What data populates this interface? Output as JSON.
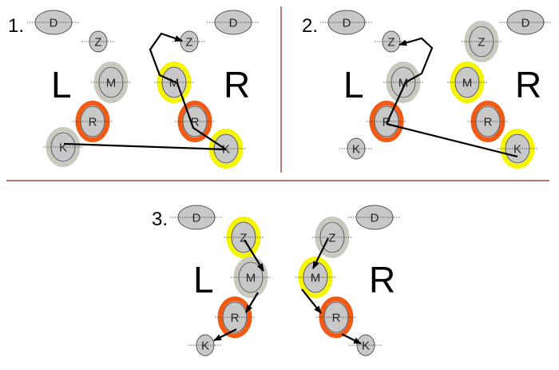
{
  "colors": {
    "node_fill": "#c8c8c8",
    "node_stroke": "#555555",
    "ring_gray": "#c9c9c0",
    "ring_yellow": "#f5f500",
    "ring_orange": "#f05a14",
    "divider": "#9b1c1c",
    "arrow": "#000000"
  },
  "panels": [
    {
      "number": "1.",
      "side_left": "L",
      "side_right": "R",
      "nodes": [
        {
          "id": "p1-D-L",
          "label": "D",
          "ring": "none"
        },
        {
          "id": "p1-Z-L",
          "label": "Z",
          "ring": "none"
        },
        {
          "id": "p1-M-L",
          "label": "M",
          "ring": "gray"
        },
        {
          "id": "p1-R-L",
          "label": "R",
          "ring": "orange"
        },
        {
          "id": "p1-K-L",
          "label": "K",
          "ring": "gray"
        },
        {
          "id": "p1-D-R",
          "label": "D",
          "ring": "none"
        },
        {
          "id": "p1-Z-R",
          "label": "Z",
          "ring": "none"
        },
        {
          "id": "p1-M-R",
          "label": "M",
          "ring": "yellow"
        },
        {
          "id": "p1-R-R",
          "label": "R",
          "ring": "orange"
        },
        {
          "id": "p1-K-R",
          "label": "K",
          "ring": "yellow"
        }
      ]
    },
    {
      "number": "2.",
      "side_left": "L",
      "side_right": "R",
      "nodes": [
        {
          "id": "p2-D-L",
          "label": "D",
          "ring": "none"
        },
        {
          "id": "p2-Z-L",
          "label": "Z",
          "ring": "none"
        },
        {
          "id": "p2-M-L",
          "label": "M",
          "ring": "gray"
        },
        {
          "id": "p2-R-L",
          "label": "R",
          "ring": "orange"
        },
        {
          "id": "p2-K-L",
          "label": "K",
          "ring": "none"
        },
        {
          "id": "p2-D-R",
          "label": "D",
          "ring": "none"
        },
        {
          "id": "p2-Z-R",
          "label": "Z",
          "ring": "gray"
        },
        {
          "id": "p2-M-R",
          "label": "M",
          "ring": "yellow"
        },
        {
          "id": "p2-R-R",
          "label": "R",
          "ring": "orange"
        },
        {
          "id": "p2-K-R",
          "label": "K",
          "ring": "yellow"
        }
      ]
    },
    {
      "number": "3.",
      "side_left": "L",
      "side_right": "R",
      "nodes": [
        {
          "id": "p3-D-L",
          "label": "D",
          "ring": "none"
        },
        {
          "id": "p3-Z-L",
          "label": "Z",
          "ring": "yellow"
        },
        {
          "id": "p3-M-L",
          "label": "M",
          "ring": "gray"
        },
        {
          "id": "p3-R-L",
          "label": "R",
          "ring": "orange"
        },
        {
          "id": "p3-K-L",
          "label": "K",
          "ring": "none"
        },
        {
          "id": "p3-D-R",
          "label": "D",
          "ring": "none"
        },
        {
          "id": "p3-Z-R",
          "label": "Z",
          "ring": "gray"
        },
        {
          "id": "p3-M-R",
          "label": "M",
          "ring": "yellow"
        },
        {
          "id": "p3-R-R",
          "label": "R",
          "ring": "orange"
        },
        {
          "id": "p3-K-R",
          "label": "K",
          "ring": "none"
        }
      ]
    }
  ]
}
